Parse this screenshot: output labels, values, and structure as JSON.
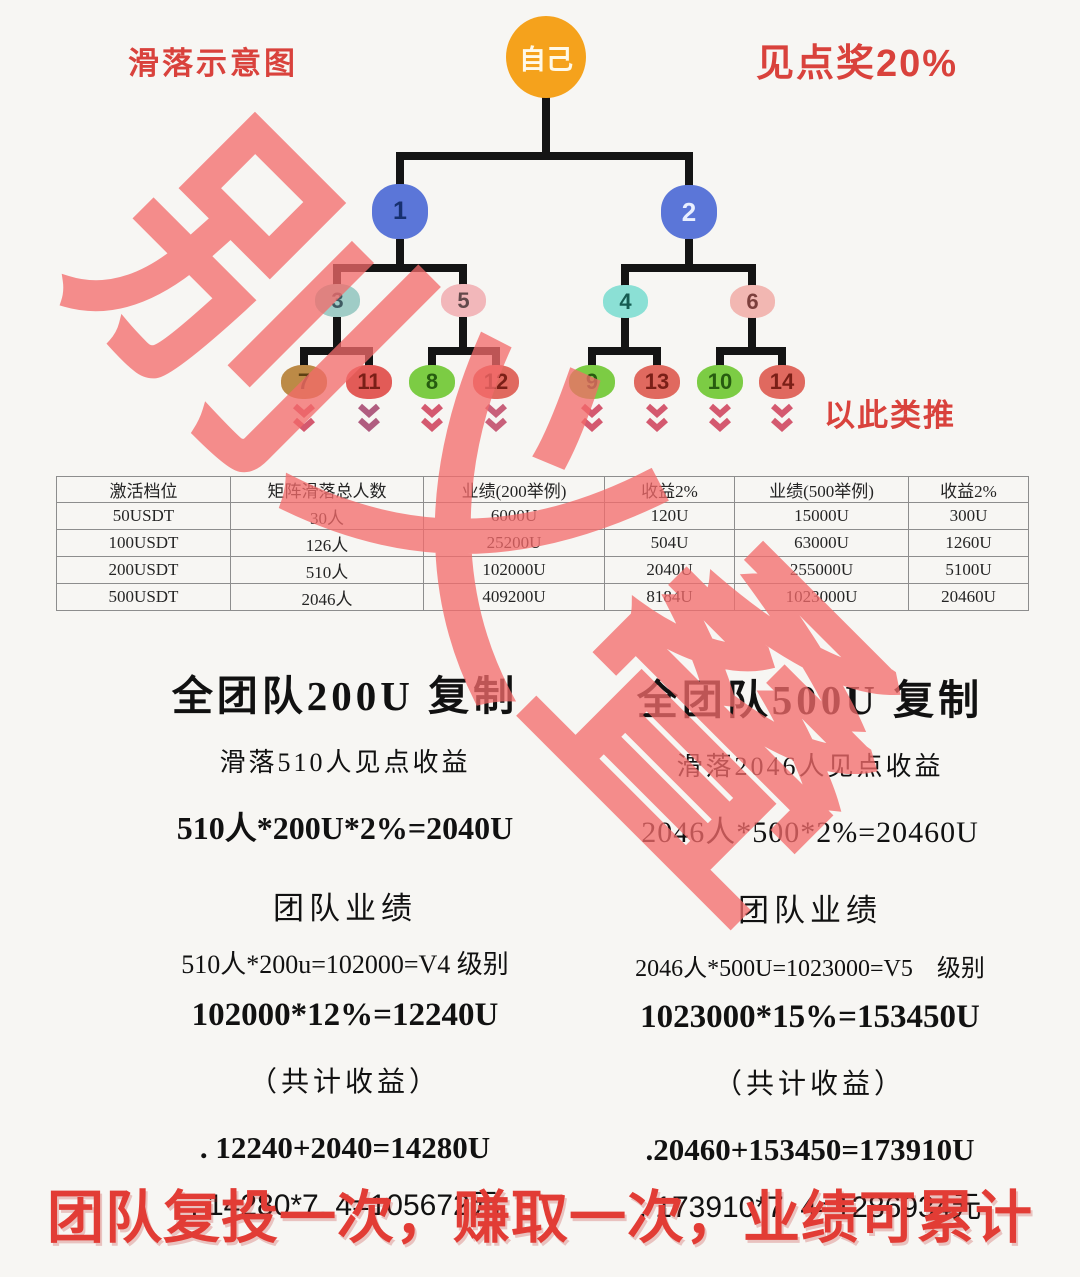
{
  "colors": {
    "accent_red": "#d9423c",
    "root_orange": "#f5a21c",
    "node_blue": "#5b76d8",
    "node_teal": "#8be0d5",
    "node_pink": "#f2b7b2",
    "node_green": "#7ccc44",
    "node_red": "#e0695f",
    "tree_line": "#141414",
    "chevron": "#d4596f",
    "watermark": "#f36b6b",
    "background": "#f7f6f3"
  },
  "header": {
    "left_title": "滑落示意图",
    "right_title": "见点奖20%"
  },
  "tree": {
    "root": "自己",
    "n1": "1",
    "n2": "2",
    "n3": "3",
    "n5": "5",
    "n4": "4",
    "n6": "6",
    "n7": "7",
    "n11": "11",
    "n8": "8",
    "n12": "12",
    "n9": "9",
    "n13": "13",
    "n10": "10",
    "n14": "14",
    "more_label": "以此类推"
  },
  "table": {
    "headers": [
      "激活档位",
      "矩阵滑落总人数",
      "业绩(200举例)",
      "收益2%",
      "业绩(500举例)",
      "收益2%"
    ],
    "rows": [
      [
        "50USDT",
        "30人",
        "6000U",
        "120U",
        "15000U",
        "300U"
      ],
      [
        "100USDT",
        "126人",
        "25200U",
        "504U",
        "63000U",
        "1260U"
      ],
      [
        "200USDT",
        "510人",
        "102000U",
        "2040U",
        "255000U",
        "5100U"
      ],
      [
        "500USDT",
        "2046人",
        "409200U",
        "8184U",
        "1023000U",
        "20460U"
      ]
    ]
  },
  "left_column": {
    "title": "全团队200U 复制",
    "subtitle": "滑落510人见点收益",
    "formula1": "510人*200U*2%=2040U",
    "section": "团队业绩",
    "formula2": "510人*200u=102000=V4 级别",
    "formula3": "102000*12%=12240U",
    "paren": "（共计收益）",
    "sum": ". 12240+2040=14280U",
    "cny": ". 14280*7. 4=105672元"
  },
  "right_column": {
    "title": "全团队500U 复制",
    "subtitle": "滑落2046人见点收益",
    "formula1": "2046人*500*2%=20460U",
    "section": "团队业绩",
    "formula2": "2046人*500U=1023000=V5　级别",
    "formula3": "1023000*15%=153450U",
    "paren": "（共计收益）",
    "sum": ".20460+153450=173910U",
    "cny": ". 173910*7. 4=1286934元"
  },
  "footer": {
    "text": "团队复投一次，赚取一次，业绩可累计"
  },
  "watermark": {
    "glyph1": "别",
    "glyph2": "义",
    "glyph3": "叠"
  }
}
